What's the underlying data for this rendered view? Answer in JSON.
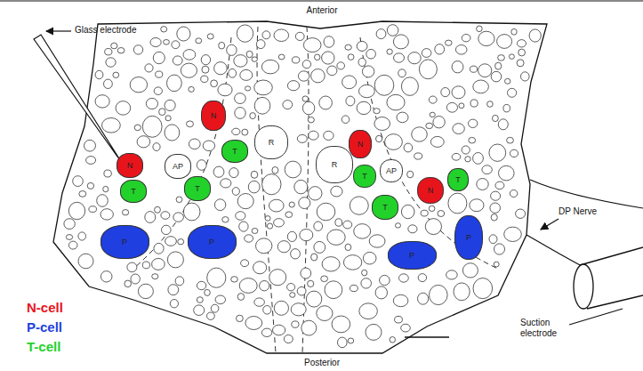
{
  "diagram": {
    "nodes": [
      {
        "text": [
          "N"
        ]
      },
      {
        "text": [
          "T"
        ]
      },
      {
        "text": [
          "N"
        ]
      },
      {
        "text": [
          "AP"
        ]
      },
      {
        "text": [
          "T"
        ]
      },
      {
        "text": [
          "T"
        ]
      },
      {
        "text": [
          "R"
        ]
      },
      {
        "text": [
          "R"
        ]
      },
      {
        "text": [
          "N"
        ]
      },
      {
        "text": [
          "T"
        ]
      },
      {
        "text": [
          "AP"
        ]
      },
      {
        "text": [
          "T"
        ]
      },
      {
        "text": [
          "N"
        ]
      },
      {
        "text": [
          "T"
        ]
      },
      {
        "text": [
          "P"
        ]
      },
      {
        "text": [
          "P"
        ]
      },
      {
        "text": [
          "P"
        ]
      },
      {
        "text": [
          "P"
        ]
      }
    ],
    "labels": [
      "Anterior",
      "Posterior",
      "Glass electrode",
      "DP Nerve",
      "Suction electrode"
    ],
    "legend": [
      {
        "text": "N-cell",
        "color": "#e8141c"
      },
      {
        "text": "P-cell",
        "color": "#1f3fe0"
      },
      {
        "text": "T-cell",
        "color": "#22d22a"
      }
    ]
  }
}
